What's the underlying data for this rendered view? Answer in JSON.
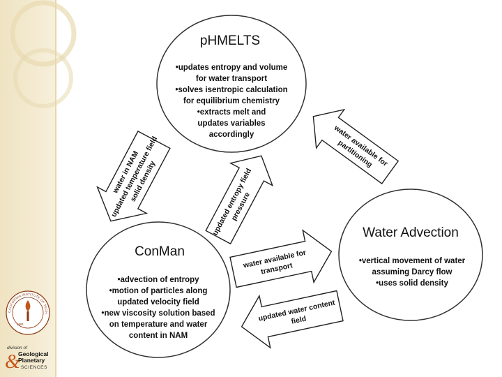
{
  "nodes": {
    "phmelts": {
      "title": "pHMELTS",
      "bullets": [
        "•updates entropy and volume",
        "for water transport",
        "•solves isentropic calculation",
        "for equilibrium chemistry",
        "•extracts melt and",
        "updates variables",
        "accordingly"
      ]
    },
    "conman": {
      "title": "ConMan",
      "bullets": [
        "•advection of entropy",
        "•motion of particles along",
        "updated velocity field",
        "•new viscosity solution based",
        "on temperature and water",
        "content in NAM"
      ]
    },
    "water_advection": {
      "title": "Water Advection",
      "bullets": [
        "•vertical movement of water",
        "assuming Darcy flow",
        "•uses solid density"
      ]
    }
  },
  "arrows": {
    "phmelts_to_conman": [
      "water in NAM",
      "updated temperature field",
      "solid density"
    ],
    "conman_to_phmelts": [
      "updated entropy field",
      "pressure"
    ],
    "water_to_phmelts": [
      "water available for",
      "partitioning"
    ],
    "conman_to_water": [
      "water available for",
      "transport"
    ],
    "water_to_conman": [
      "updated water content",
      "field"
    ]
  },
  "logo": {
    "seal_text": "CALIFORNIA INSTITUTE OF TECHNOLOGY",
    "seal_year": "1891",
    "division_of": "division of",
    "ampersand": "&",
    "geological": "Geological",
    "planetary": "Planetary",
    "sciences": "SCIENCES"
  },
  "colors": {
    "sidebar": "#f3ead0",
    "ring": "#e3d4a8",
    "outline": "#333333",
    "text": "#111111",
    "logo_orange": "#c2571b"
  }
}
